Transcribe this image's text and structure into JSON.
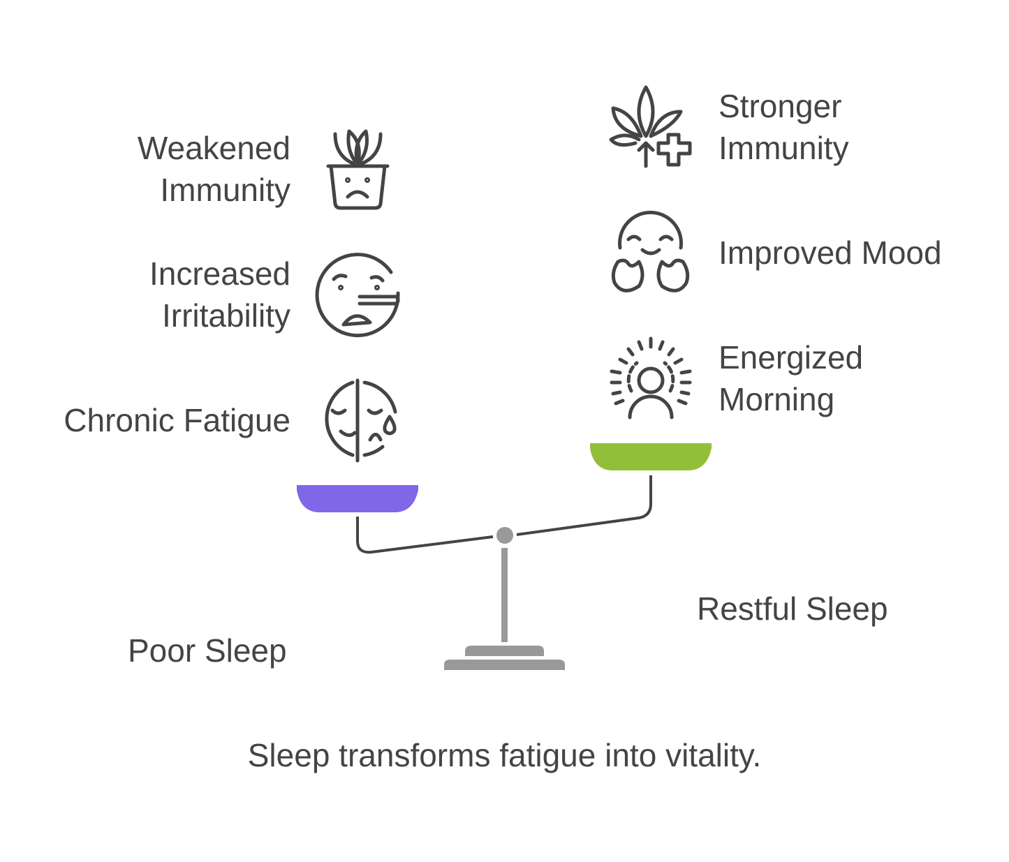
{
  "left": {
    "title": "Poor Sleep",
    "color": "#7F67E8",
    "items": [
      {
        "line1": "Weakened",
        "line2": "Immunity",
        "icon": "sad-plant-pot-icon"
      },
      {
        "line1": "Increased",
        "line2": "Irritability",
        "icon": "annoyed-face-icon"
      },
      {
        "line1": "Chronic Fatigue",
        "icon": "tired-face-icon"
      }
    ]
  },
  "right": {
    "title": "Restful Sleep",
    "color": "#92BF3A",
    "items": [
      {
        "line1": "Stronger",
        "line2": "Immunity",
        "icon": "leaf-plus-icon"
      },
      {
        "line1": "Improved Mood",
        "icon": "happy-person-icon"
      },
      {
        "line1": "Energized",
        "line2": "Morning",
        "icon": "radiant-person-icon"
      }
    ]
  },
  "caption": "Sleep transforms fatigue into vitality."
}
